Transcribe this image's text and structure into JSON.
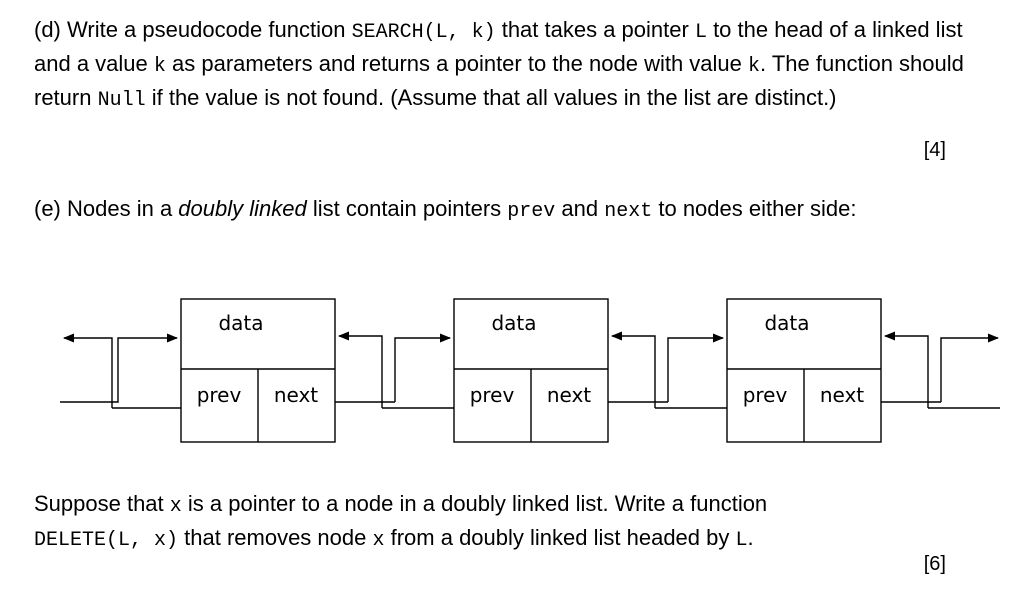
{
  "question_d": {
    "t1": "(d) Write a pseudocode function ",
    "c1": "SEARCH(L, k)",
    "t2": " that takes a pointer ",
    "c2": "L",
    "t3": " to the head of a linked list and a value ",
    "c3": "k",
    "t4": " as parameters and returns a pointer to the node with value ",
    "c4": "k",
    "t5": ". The function should return ",
    "c5": "Null",
    "t6": " if the value is not found. (Assume that all values in the list are distinct.)",
    "marks": "[4]"
  },
  "question_e": {
    "t1": "(e) Nodes in a ",
    "italic": "doubly linked",
    "t2": " list contain pointers ",
    "c1": "prev",
    "t3": " and ",
    "c2": "next",
    "t4": " to nodes either side:"
  },
  "diagram": {
    "nodes": [
      {
        "data": "data",
        "prev": "prev",
        "next": "next"
      },
      {
        "data": "data",
        "prev": "prev",
        "next": "next"
      },
      {
        "data": "data",
        "prev": "prev",
        "next": "next"
      }
    ]
  },
  "delete_question": {
    "t1": "Suppose that ",
    "c1": "x",
    "t2": " is a pointer to a node in a doubly linked list. Write a function ",
    "c2": "DELETE(L, x)",
    "t3": " that removes node ",
    "c3": "x",
    "t4": " from a doubly linked list headed by ",
    "c4": "L",
    "t5": ".",
    "marks": "[6]"
  }
}
